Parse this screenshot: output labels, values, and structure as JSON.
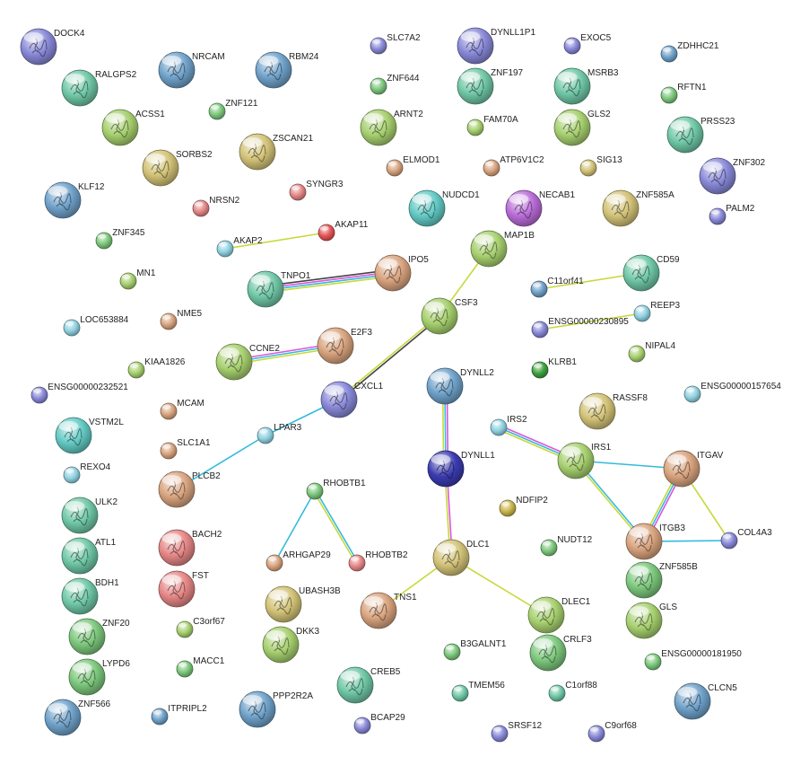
{
  "colors": {
    "a": "#6fa1c9",
    "b": "#6fc7a6",
    "c": "#a6cf6e",
    "d": "#d2c277",
    "e": "#8888d8",
    "f": "#d8a37e",
    "g": "#e58686",
    "h": "#7cc77c",
    "i": "#62c9c3",
    "j": "#b86bd6",
    "k": "#8fd1e0",
    "l": "#e65454",
    "m": "#3b3bb0",
    "n": "#c8b54a",
    "o": "#3fa13f"
  },
  "network": {
    "nodes": [
      {
        "id": "DOCK4",
        "label": "DOCK4",
        "color": "e",
        "structure": true
      },
      {
        "id": "RALGPS2",
        "label": "RALGPS2",
        "color": "b",
        "structure": true
      },
      {
        "id": "NRCAM",
        "label": "NRCAM",
        "color": "a",
        "structure": true
      },
      {
        "id": "RBM24",
        "label": "RBM24",
        "color": "a",
        "structure": true
      },
      {
        "id": "SLC7A2",
        "label": "SLC7A2",
        "color": "e",
        "structure": false
      },
      {
        "id": "DYNLL1P1",
        "label": "DYNLL1P1",
        "color": "e",
        "structure": true
      },
      {
        "id": "EXOC5",
        "label": "EXOC5",
        "color": "e",
        "structure": false
      },
      {
        "id": "ZDHHC21",
        "label": "ZDHHC21",
        "color": "a",
        "structure": false
      },
      {
        "id": "ZNF644",
        "label": "ZNF644",
        "color": "h",
        "structure": false
      },
      {
        "id": "ZNF197",
        "label": "ZNF197",
        "color": "b",
        "structure": true
      },
      {
        "id": "MSRB3",
        "label": "MSRB3",
        "color": "b",
        "structure": true
      },
      {
        "id": "RFTN1",
        "label": "RFTN1",
        "color": "h",
        "structure": false
      },
      {
        "id": "ZNF121",
        "label": "ZNF121",
        "color": "h",
        "structure": false
      },
      {
        "id": "ACSS1",
        "label": "ACSS1",
        "color": "c",
        "structure": true
      },
      {
        "id": "ARNT2",
        "label": "ARNT2",
        "color": "c",
        "structure": true
      },
      {
        "id": "FAM70A",
        "label": "FAM70A",
        "color": "c",
        "structure": false
      },
      {
        "id": "GLS2",
        "label": "GLS2",
        "color": "c",
        "structure": true
      },
      {
        "id": "PRSS23",
        "label": "PRSS23",
        "color": "b",
        "structure": true
      },
      {
        "id": "ZSCAN21",
        "label": "ZSCAN21",
        "color": "d",
        "structure": true
      },
      {
        "id": "SORBS2",
        "label": "SORBS2",
        "color": "d",
        "structure": true
      },
      {
        "id": "ELMOD1",
        "label": "ELMOD1",
        "color": "f",
        "structure": false
      },
      {
        "id": "ATP6V1C2",
        "label": "ATP6V1C2",
        "color": "f",
        "structure": false
      },
      {
        "id": "SIG13",
        "label": "SIG13",
        "color": "d",
        "structure": false
      },
      {
        "id": "ZNF302",
        "label": "ZNF302",
        "color": "e",
        "structure": true
      },
      {
        "id": "SYNGR3",
        "label": "SYNGR3",
        "color": "g",
        "structure": false
      },
      {
        "id": "KLF12",
        "label": "KLF12",
        "color": "a",
        "structure": true
      },
      {
        "id": "NRSN2",
        "label": "NRSN2",
        "color": "g",
        "structure": false
      },
      {
        "id": "NUDCD1",
        "label": "NUDCD1",
        "color": "i",
        "structure": true
      },
      {
        "id": "NECAB1",
        "label": "NECAB1",
        "color": "j",
        "structure": true
      },
      {
        "id": "ZNF585A",
        "label": "ZNF585A",
        "color": "d",
        "structure": true
      },
      {
        "id": "PALM2",
        "label": "PALM2",
        "color": "e",
        "structure": false
      },
      {
        "id": "AKAP11",
        "label": "AKAP11",
        "color": "l",
        "structure": false
      },
      {
        "id": "AKAP2",
        "label": "AKAP2",
        "color": "k",
        "structure": false
      },
      {
        "id": "ZNF345",
        "label": "ZNF345",
        "color": "h",
        "structure": false
      },
      {
        "id": "MAP1B",
        "label": "MAP1B",
        "color": "c",
        "structure": true
      },
      {
        "id": "IPO5",
        "label": "IPO5",
        "color": "f",
        "structure": true
      },
      {
        "id": "TNPO1",
        "label": "TNPO1",
        "color": "b",
        "structure": true
      },
      {
        "id": "CD59",
        "label": "CD59",
        "color": "b",
        "structure": true
      },
      {
        "id": "MN1",
        "label": "MN1",
        "color": "c",
        "structure": false
      },
      {
        "id": "C11orf41",
        "label": "C11orf41",
        "color": "a",
        "structure": false
      },
      {
        "id": "CSF3",
        "label": "CSF3",
        "color": "c",
        "structure": true
      },
      {
        "id": "REEP3",
        "label": "REEP3",
        "color": "k",
        "structure": false
      },
      {
        "id": "NME5",
        "label": "NME5",
        "color": "f",
        "structure": false
      },
      {
        "id": "ENSG00000230895",
        "label": "ENSG00000230895",
        "color": "e",
        "structure": false
      },
      {
        "id": "LOC653884",
        "label": "LOC653884",
        "color": "k",
        "structure": false
      },
      {
        "id": "E2F3",
        "label": "E2F3",
        "color": "f",
        "structure": true
      },
      {
        "id": "NIPAL4",
        "label": "NIPAL4",
        "color": "c",
        "structure": false
      },
      {
        "id": "CCNE2",
        "label": "CCNE2",
        "color": "c",
        "structure": true
      },
      {
        "id": "KIAA1826",
        "label": "KIAA1826",
        "color": "c",
        "structure": false
      },
      {
        "id": "KLRB1",
        "label": "KLRB1",
        "color": "o",
        "structure": false
      },
      {
        "id": "ENSG00000232521",
        "label": "ENSG00000232521",
        "color": "e",
        "structure": false
      },
      {
        "id": "DYNLL2",
        "label": "DYNLL2",
        "color": "a",
        "structure": true
      },
      {
        "id": "CXCL1",
        "label": "CXCL1",
        "color": "e",
        "structure": true
      },
      {
        "id": "ENSG00000157654",
        "label": "ENSG00000157654",
        "color": "k",
        "structure": false
      },
      {
        "id": "MCAM",
        "label": "MCAM",
        "color": "f",
        "structure": false
      },
      {
        "id": "RASSF8",
        "label": "RASSF8",
        "color": "d",
        "structure": true
      },
      {
        "id": "VSTM2L",
        "label": "VSTM2L",
        "color": "i",
        "structure": true
      },
      {
        "id": "LPAR3",
        "label": "LPAR3",
        "color": "k",
        "structure": false
      },
      {
        "id": "IRS2",
        "label": "IRS2",
        "color": "k",
        "structure": false
      },
      {
        "id": "SLC1A1",
        "label": "SLC1A1",
        "color": "f",
        "structure": false
      },
      {
        "id": "IRS1",
        "label": "IRS1",
        "color": "c",
        "structure": true
      },
      {
        "id": "DYNLL1",
        "label": "DYNLL1",
        "color": "m",
        "structure": true
      },
      {
        "id": "ITGAV",
        "label": "ITGAV",
        "color": "f",
        "structure": true
      },
      {
        "id": "REXO4",
        "label": "REXO4",
        "color": "k",
        "structure": false
      },
      {
        "id": "RHOBTB1",
        "label": "RHOBTB1",
        "color": "h",
        "structure": false
      },
      {
        "id": "PLCB2",
        "label": "PLCB2",
        "color": "f",
        "structure": true
      },
      {
        "id": "ULK2",
        "label": "ULK2",
        "color": "b",
        "structure": true
      },
      {
        "id": "NDFIP2",
        "label": "NDFIP2",
        "color": "n",
        "structure": false
      },
      {
        "id": "BACH2",
        "label": "BACH2",
        "color": "g",
        "structure": true
      },
      {
        "id": "ITGB3",
        "label": "ITGB3",
        "color": "f",
        "structure": true
      },
      {
        "id": "COL4A3",
        "label": "COL4A3",
        "color": "e",
        "structure": false
      },
      {
        "id": "ATL1",
        "label": "ATL1",
        "color": "b",
        "structure": true
      },
      {
        "id": "ARHGAP29",
        "label": "ARHGAP29",
        "color": "f",
        "structure": false
      },
      {
        "id": "RHOBTB2",
        "label": "RHOBTB2",
        "color": "g",
        "structure": false
      },
      {
        "id": "DLC1",
        "label": "DLC1",
        "color": "d",
        "structure": true
      },
      {
        "id": "NUDT12",
        "label": "NUDT12",
        "color": "h",
        "structure": false
      },
      {
        "id": "ZNF585B",
        "label": "ZNF585B",
        "color": "h",
        "structure": true
      },
      {
        "id": "FST",
        "label": "FST",
        "color": "g",
        "structure": true
      },
      {
        "id": "BDH1",
        "label": "BDH1",
        "color": "b",
        "structure": true
      },
      {
        "id": "UBASH3B",
        "label": "UBASH3B",
        "color": "d",
        "structure": true
      },
      {
        "id": "TNS1",
        "label": "TNS1",
        "color": "f",
        "structure": true
      },
      {
        "id": "GLS",
        "label": "GLS",
        "color": "c",
        "structure": true
      },
      {
        "id": "DLEC1",
        "label": "DLEC1",
        "color": "c",
        "structure": true
      },
      {
        "id": "ZNF20",
        "label": "ZNF20",
        "color": "h",
        "structure": true
      },
      {
        "id": "C3orf67",
        "label": "C3orf67",
        "color": "c",
        "structure": false
      },
      {
        "id": "DKK3",
        "label": "DKK3",
        "color": "c",
        "structure": true
      },
      {
        "id": "CRLF3",
        "label": "CRLF3",
        "color": "h",
        "structure": true
      },
      {
        "id": "B3GALNT1",
        "label": "B3GALNT1",
        "color": "h",
        "structure": false
      },
      {
        "id": "LYPD6",
        "label": "LYPD6",
        "color": "h",
        "structure": true
      },
      {
        "id": "MACC1",
        "label": "MACC1",
        "color": "h",
        "structure": false
      },
      {
        "id": "ENSG00000181950",
        "label": "ENSG00000181950",
        "color": "h",
        "structure": false
      },
      {
        "id": "CREB5",
        "label": "CREB5",
        "color": "b",
        "structure": true
      },
      {
        "id": "ZNF566",
        "label": "ZNF566",
        "color": "a",
        "structure": true
      },
      {
        "id": "PPP2R2A",
        "label": "PPP2R2A",
        "color": "a",
        "structure": true
      },
      {
        "id": "ITPRIPL2",
        "label": "ITPRIPL2",
        "color": "a",
        "structure": false
      },
      {
        "id": "TMEM56",
        "label": "TMEM56",
        "color": "b",
        "structure": false
      },
      {
        "id": "C1orf88",
        "label": "C1orf88",
        "color": "b",
        "structure": false
      },
      {
        "id": "CLCN5",
        "label": "CLCN5",
        "color": "a",
        "structure": true
      },
      {
        "id": "BCAP29",
        "label": "BCAP29",
        "color": "e",
        "structure": false
      },
      {
        "id": "SRSF12",
        "label": "SRSF12",
        "color": "e",
        "structure": false
      },
      {
        "id": "C9orf68",
        "label": "C9orf68",
        "color": "e",
        "structure": false
      }
    ],
    "edges": [
      {
        "source": "AKAP2",
        "target": "AKAP11",
        "evidence": [
          "textmining"
        ]
      },
      {
        "source": "TNPO1",
        "target": "IPO5",
        "evidence": [
          "coexpression",
          "experiments",
          "database",
          "textmining"
        ]
      },
      {
        "source": "MAP1B",
        "target": "CSF3",
        "evidence": [
          "textmining"
        ]
      },
      {
        "source": "CSF3",
        "target": "CXCL1",
        "evidence": [
          "coexpression",
          "textmining"
        ]
      },
      {
        "source": "CCNE2",
        "target": "E2F3",
        "evidence": [
          "experiments",
          "database",
          "textmining"
        ]
      },
      {
        "source": "CXCL1",
        "target": "LPAR3",
        "evidence": [
          "database"
        ]
      },
      {
        "source": "LPAR3",
        "target": "PLCB2",
        "evidence": [
          "database"
        ]
      },
      {
        "source": "C11orf41",
        "target": "CD59",
        "evidence": [
          "textmining"
        ]
      },
      {
        "source": "ENSG00000230895",
        "target": "REEP3",
        "evidence": [
          "textmining"
        ]
      },
      {
        "source": "DYNLL2",
        "target": "DYNLL1",
        "evidence": [
          "experiments",
          "database",
          "textmining"
        ]
      },
      {
        "source": "DYNLL1",
        "target": "DLC1",
        "evidence": [
          "experiments",
          "textmining"
        ]
      },
      {
        "source": "IRS2",
        "target": "IRS1",
        "evidence": [
          "experiments",
          "database",
          "textmining"
        ]
      },
      {
        "source": "IRS1",
        "target": "ITGAV",
        "evidence": [
          "database"
        ]
      },
      {
        "source": "IRS1",
        "target": "ITGB3",
        "evidence": [
          "database",
          "textmining"
        ]
      },
      {
        "source": "ITGAV",
        "target": "ITGB3",
        "evidence": [
          "experiments",
          "database",
          "textmining"
        ]
      },
      {
        "source": "ITGAV",
        "target": "COL4A3",
        "evidence": [
          "textmining"
        ]
      },
      {
        "source": "ITGB3",
        "target": "COL4A3",
        "evidence": [
          "database"
        ]
      },
      {
        "source": "RHOBTB1",
        "target": "ARHGAP29",
        "evidence": [
          "database"
        ]
      },
      {
        "source": "RHOBTB1",
        "target": "RHOBTB2",
        "evidence": [
          "database",
          "textmining"
        ]
      },
      {
        "source": "DLC1",
        "target": "TNS1",
        "evidence": [
          "textmining"
        ]
      },
      {
        "source": "DLC1",
        "target": "DLEC1",
        "evidence": [
          "textmining"
        ]
      }
    ]
  }
}
